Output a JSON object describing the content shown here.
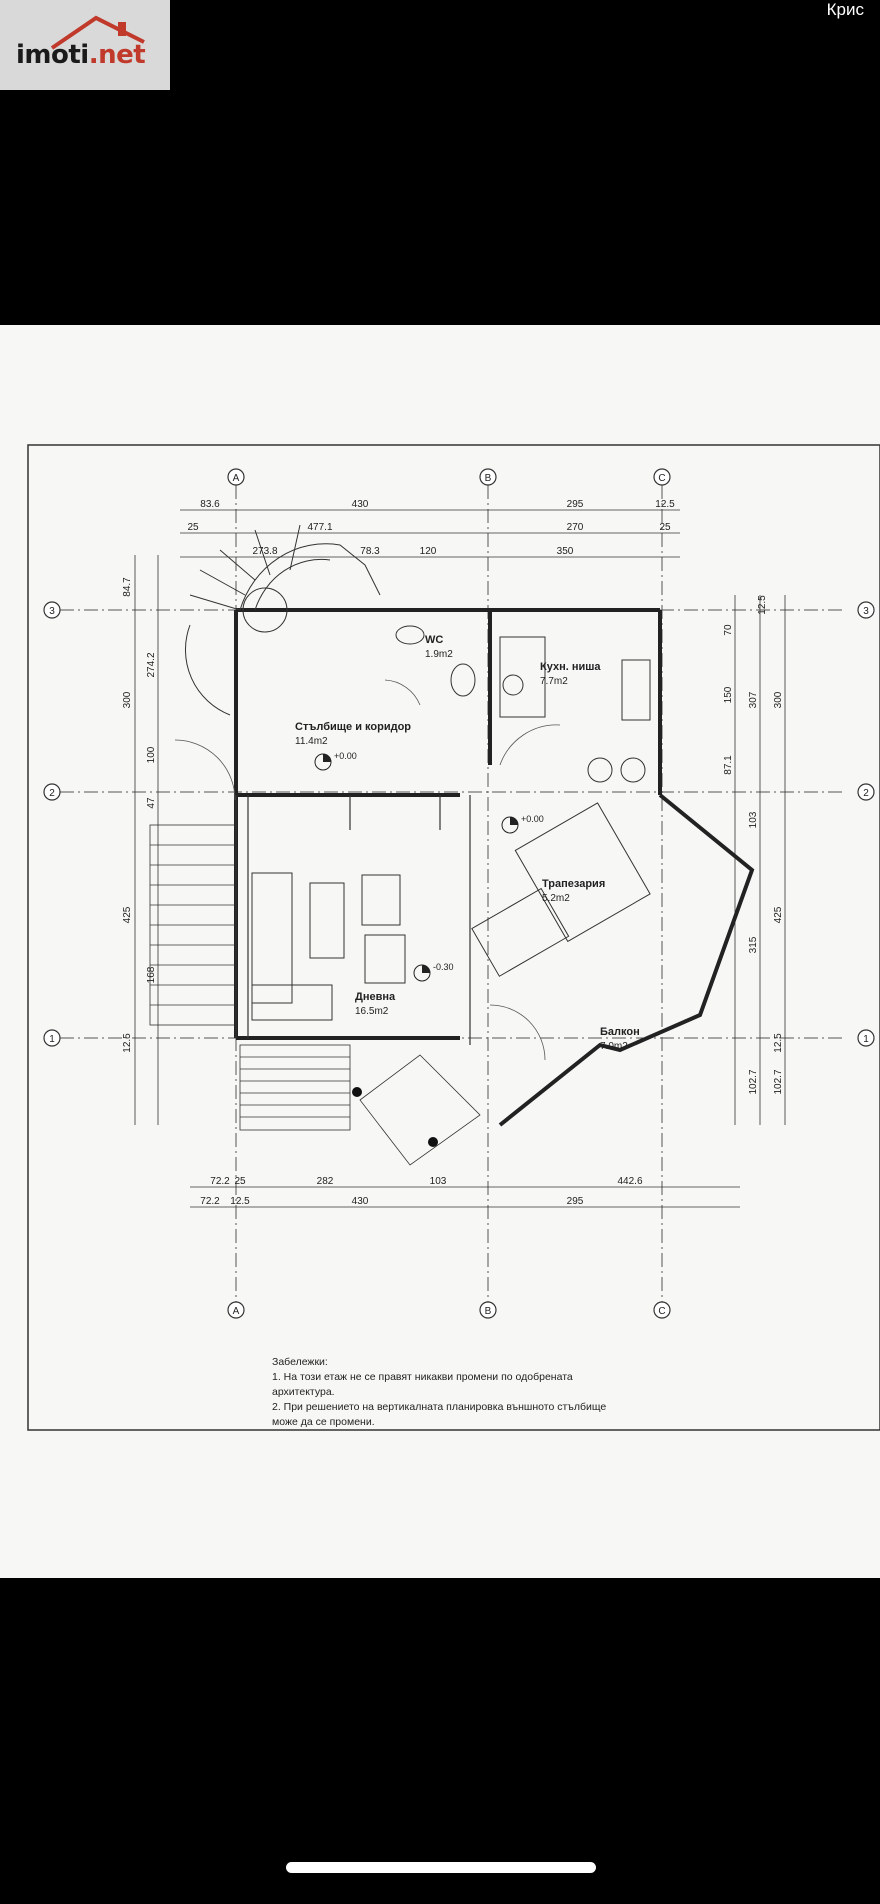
{
  "header": {
    "site_logo": "imoti.net",
    "logo_main": "imoti",
    "logo_tld": ".net",
    "user_name": "Крис"
  },
  "plan": {
    "axes": {
      "letters": [
        "A",
        "B",
        "C"
      ],
      "numbers": [
        "3",
        "2",
        "1"
      ]
    },
    "rooms": [
      {
        "name": "WC",
        "area": "1.9m2"
      },
      {
        "name": "Кухн. ниша",
        "area": "7.7m2"
      },
      {
        "name": "Стълбище и коридор",
        "area": "11.4m2"
      },
      {
        "name": "Трапезария",
        "area": "5.2m2"
      },
      {
        "name": "Дневна",
        "area": "16.5m2"
      },
      {
        "name": "Балкон",
        "area": "7.0m2"
      }
    ],
    "levels": [
      "+0.00",
      "+0.00",
      "-0.30"
    ],
    "top_dims": [
      "83.6",
      "430",
      "295",
      "12.5",
      "25",
      "477.1",
      "270",
      "25",
      "273.8",
      "78.3",
      "120",
      "350"
    ],
    "bottom_dims": [
      "72.2",
      "25",
      "282",
      "103",
      "442.6",
      "72.2",
      "12.5",
      "430",
      "295"
    ],
    "left_dims": [
      "84.7",
      "274.2",
      "300",
      "100",
      "47",
      "425",
      "168",
      "12.5"
    ],
    "right_dims": [
      "12.5",
      "70",
      "150",
      "307",
      "300",
      "87.1",
      "103",
      "315",
      "425",
      "12.5",
      "102.7",
      "102.7"
    ],
    "notes": [
      "Забележки:",
      "1. На този етаж не се правят никакви промени по одобрената",
      "архитектура.",
      "2. При решението на вертикалната планировка външното стълбище",
      "може да се промени."
    ]
  },
  "colors": {
    "background": "#000000",
    "paper": "#f7f7f5",
    "ink": "#222222",
    "logo_bg": "#d9d9d9",
    "logo_accent": "#c0392b"
  }
}
